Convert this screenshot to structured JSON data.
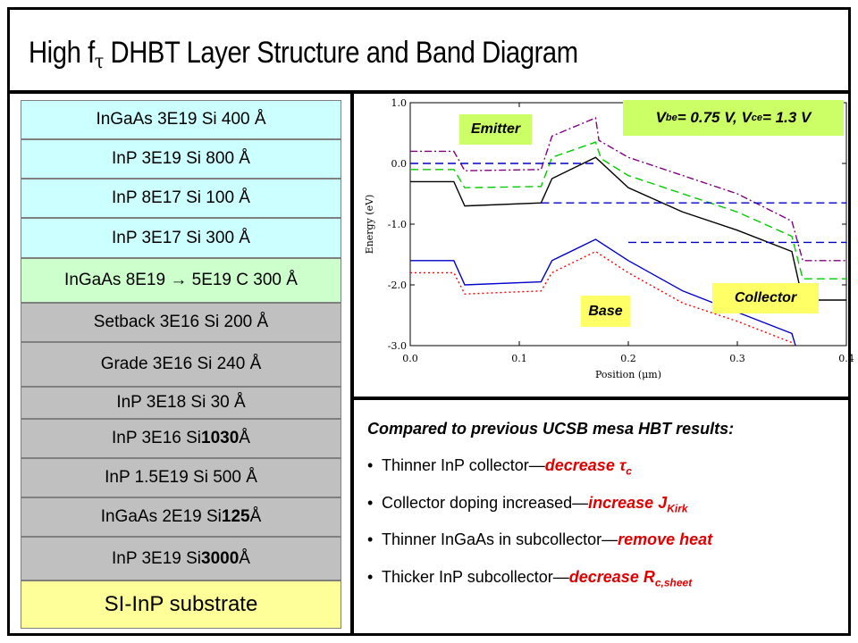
{
  "title": {
    "main": "High f",
    "subscript": "τ",
    "rest": " DHBT Layer Structure and Band Diagram"
  },
  "layers": [
    {
      "text": "InGaAs 3E19 Si 400 Å",
      "color": "#ccffff"
    },
    {
      "text": "InP 3E19 Si 800 Å",
      "color": "#ccffff"
    },
    {
      "text": "InP 8E17 Si 100 Å",
      "color": "#ccffff"
    },
    {
      "text": "InP 3E17 Si 300 Å",
      "color": "#ccffff"
    },
    {
      "text": "InGaAs 8E19  → 5E19 C 300 Å",
      "color": "#ccffcc"
    },
    {
      "text": "Setback 3E16 Si 200 Å",
      "color": "#c0c0c0"
    },
    {
      "text": "Grade 3E16 Si 240 Å",
      "color": "#c0c0c0"
    },
    {
      "text": "InP 3E18 Si 30 Å",
      "color": "#c0c0c0"
    },
    {
      "pre": "InP 3E16 Si ",
      "bold": "1030",
      "post": " Å",
      "color": "#c0c0c0"
    },
    {
      "text": "InP 1.5E19 Si 500 Å",
      "color": "#c0c0c0"
    },
    {
      "pre": "InGaAs 2E19 Si ",
      "bold": "125",
      "post": " Å",
      "color": "#c0c0c0"
    },
    {
      "pre": "InP 3E19 Si ",
      "bold": "3000",
      "post": " Å",
      "color": "#c0c0c0"
    },
    {
      "text": "SI-InP substrate",
      "color": "#ffff99"
    }
  ],
  "band_diagram": {
    "labels": {
      "emitter": "Emitter",
      "base": "Base",
      "collector": "Collector",
      "bias": "V",
      "bias_be_sub": "be",
      "bias_mid": " = 0.75 V, V",
      "bias_ce_sub": "ce",
      "bias_end": " = 1.3 V"
    },
    "label_color": "#ccff66",
    "label_color_yellow": "#ffff66"
  },
  "chart_data": {
    "type": "line",
    "xlabel": "Position (μm)",
    "ylabel": "Energy (eV)",
    "xlim": [
      0.0,
      0.4
    ],
    "ylim": [
      -3.0,
      1.0
    ],
    "x_ticks": [
      "0.0",
      "0.1",
      "0.2",
      "0.3",
      "0.4"
    ],
    "y_ticks": [
      "1.0",
      "0.0",
      "-1.0",
      "-2.0",
      "-3.0"
    ],
    "series": [
      {
        "color": "#800080",
        "style": "dash-dot",
        "points": [
          [
            0,
            0.2
          ],
          [
            0.04,
            0.2
          ],
          [
            0.05,
            -0.12
          ],
          [
            0.12,
            -0.1
          ],
          [
            0.13,
            0.45
          ],
          [
            0.17,
            0.75
          ],
          [
            0.173,
            0.38
          ],
          [
            0.2,
            0.1
          ],
          [
            0.25,
            -0.2
          ],
          [
            0.3,
            -0.5
          ],
          [
            0.35,
            -0.95
          ],
          [
            0.36,
            -1.6
          ],
          [
            0.4,
            -1.6
          ]
        ]
      },
      {
        "color": "#00cc00",
        "style": "dash",
        "points": [
          [
            0,
            -0.1
          ],
          [
            0.04,
            -0.1
          ],
          [
            0.05,
            -0.4
          ],
          [
            0.12,
            -0.38
          ],
          [
            0.13,
            0.1
          ],
          [
            0.17,
            0.35
          ],
          [
            0.175,
            0.08
          ],
          [
            0.2,
            -0.2
          ],
          [
            0.25,
            -0.5
          ],
          [
            0.3,
            -0.8
          ],
          [
            0.35,
            -1.2
          ],
          [
            0.36,
            -1.9
          ],
          [
            0.4,
            -1.9
          ]
        ]
      },
      {
        "color": "#000000",
        "style": "solid",
        "points": [
          [
            0,
            -0.3
          ],
          [
            0.04,
            -0.3
          ],
          [
            0.05,
            -0.7
          ],
          [
            0.12,
            -0.65
          ],
          [
            0.13,
            -0.25
          ],
          [
            0.17,
            0.1
          ],
          [
            0.2,
            -0.4
          ],
          [
            0.25,
            -0.8
          ],
          [
            0.3,
            -1.1
          ],
          [
            0.35,
            -1.45
          ],
          [
            0.36,
            -2.25
          ],
          [
            0.4,
            -2.25
          ]
        ]
      },
      {
        "color": "#0000cc",
        "style": "solid",
        "points": [
          [
            0,
            -1.6
          ],
          [
            0.04,
            -1.6
          ],
          [
            0.05,
            -2.0
          ],
          [
            0.12,
            -1.95
          ],
          [
            0.13,
            -1.6
          ],
          [
            0.17,
            -1.25
          ],
          [
            0.2,
            -1.6
          ],
          [
            0.25,
            -2.1
          ],
          [
            0.3,
            -2.45
          ],
          [
            0.35,
            -2.8
          ],
          [
            0.36,
            -3.4
          ],
          [
            0.4,
            -3.4
          ]
        ]
      },
      {
        "color": "#ff0000",
        "style": "dot",
        "points": [
          [
            0,
            -1.8
          ],
          [
            0.04,
            -1.8
          ],
          [
            0.05,
            -2.15
          ],
          [
            0.12,
            -2.1
          ],
          [
            0.13,
            -1.8
          ],
          [
            0.17,
            -1.45
          ],
          [
            0.2,
            -1.8
          ],
          [
            0.25,
            -2.3
          ],
          [
            0.3,
            -2.6
          ],
          [
            0.35,
            -2.95
          ],
          [
            0.36,
            -3.5
          ],
          [
            0.4,
            -3.5
          ]
        ]
      },
      {
        "color": "#0000cc",
        "style": "dash",
        "points": [
          [
            0,
            0.0
          ],
          [
            0.17,
            0.0
          ]
        ]
      },
      {
        "color": "#0000cc",
        "style": "dash",
        "points": [
          [
            0.12,
            -0.65
          ],
          [
            0.4,
            -0.65
          ]
        ]
      },
      {
        "color": "#0000cc",
        "style": "dash",
        "points": [
          [
            0.2,
            -1.3
          ],
          [
            0.4,
            -1.3
          ]
        ]
      }
    ]
  },
  "notes": {
    "heading": "Compared to previous UCSB mesa HBT results:",
    "bullets": [
      {
        "text": "Thinner InP collector—",
        "red": "decrease  τ",
        "red_sub": "c"
      },
      {
        "text": "Collector doping increased—",
        "red": "increase J",
        "red_sub": "Kirk"
      },
      {
        "text": "Thinner InGaAs in subcollector—",
        "red": "remove heat",
        "red_sub": ""
      },
      {
        "text": "Thicker InP subcollector—",
        "red": "decrease R",
        "red_sub": "c,sheet"
      }
    ]
  }
}
